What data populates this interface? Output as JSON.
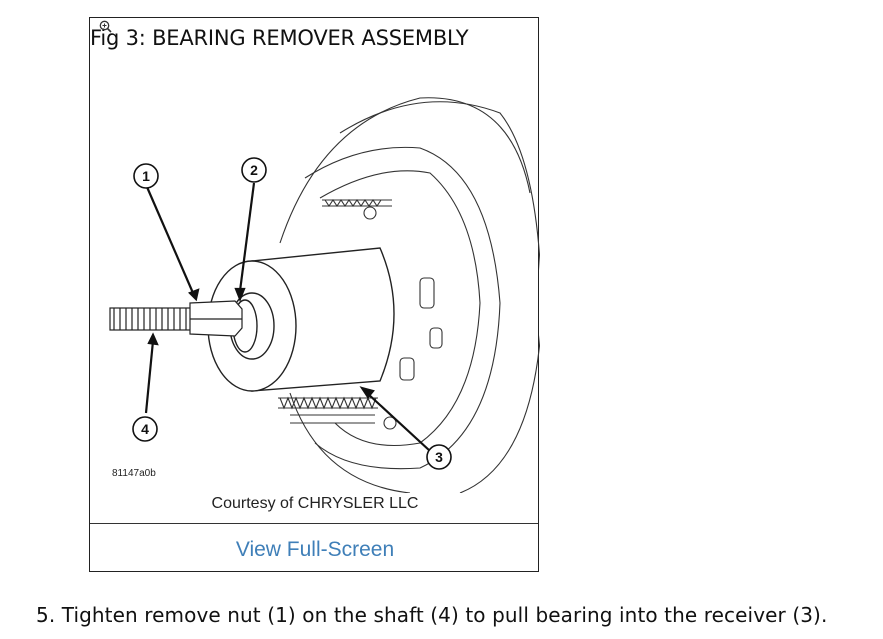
{
  "figure": {
    "title": "Fig 3: BEARING REMOVER ASSEMBLY",
    "icon": "zoom-icon",
    "callouts": [
      "1",
      "2",
      "3",
      "4"
    ],
    "part_code": "81147a0b",
    "courtesy": "Courtesy of CHRYSLER LLC",
    "fullscreen_label": "View Full-Screen",
    "link_color": "#3f7fb8"
  },
  "step": {
    "text": "5.  Tighten remove nut (1) on the shaft (4) to pull bearing into the receiver (3)."
  }
}
